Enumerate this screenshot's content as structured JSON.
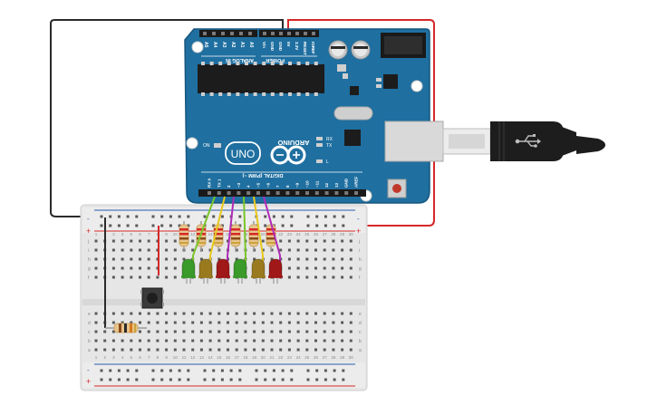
{
  "board": {
    "analog_header": "ANALOG IN",
    "power_header": "POWER",
    "analog_pins": [
      "A0",
      "A1",
      "A2",
      "A3",
      "A4",
      "A5"
    ],
    "power_pins": [
      "IOREF",
      "RESET",
      "3.3V",
      "5V",
      "GND",
      "GND",
      "Vin"
    ],
    "brand": "ARDUINO",
    "model": "UNO",
    "digital_label": "DIGITAL (PWM ~)",
    "digital_pins": [
      "AREF",
      "GND",
      "13",
      "12",
      "~11",
      "~10",
      "~9",
      "8",
      "7",
      "~6",
      "~5",
      "4",
      "~3",
      "2",
      "TX 1",
      "RX 0"
    ],
    "on_label": "ON",
    "l_label": "L",
    "tx_label": "TX",
    "rx_label": "RX"
  },
  "breadboard": {
    "column_numbers": [
      "1",
      "2",
      "3",
      "4",
      "5",
      "6",
      "7",
      "8",
      "9",
      "10",
      "11",
      "12",
      "13",
      "14",
      "15",
      "16",
      "17",
      "18",
      "19",
      "20",
      "21",
      "22",
      "23",
      "24",
      "25",
      "26",
      "27",
      "28",
      "29",
      "30"
    ],
    "row_letters_top": [
      "j",
      "i",
      "h",
      "g",
      "f"
    ],
    "row_letters_bottom": [
      "e",
      "d",
      "c",
      "b",
      "a"
    ],
    "plus": "+",
    "minus": "-"
  },
  "leds": [
    {
      "color": "#3a9a2a"
    },
    {
      "color": "#9a7a1e"
    },
    {
      "color": "#a01818"
    },
    {
      "color": "#3a9a2a"
    },
    {
      "color": "#9a7a1e"
    },
    {
      "color": "#a01818"
    }
  ],
  "wire_colors": [
    "#7ac52a",
    "#e7c81c",
    "#b02bb8",
    "#7ac52a",
    "#e7c81c",
    "#b02bb8"
  ],
  "colors": {
    "board_blue": "#1f6fa0",
    "board_dark": "#15557d",
    "breadboard": "#e8e8e8",
    "rail_red": "#d62828",
    "rail_blue": "#2a5cb0",
    "wire_red": "#d62828",
    "wire_black": "#2a2a2a",
    "cable": "#1d1d1d"
  }
}
